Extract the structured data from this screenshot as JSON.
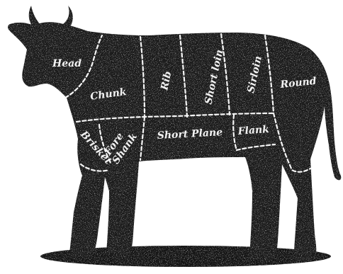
{
  "diagram": {
    "cuts": {
      "head": "Head",
      "chunk": "Chunk",
      "rib": "Rib",
      "short_loin": "Short loin",
      "sirloin": "Sirloin",
      "round": "Round",
      "brisket": "Brisket",
      "fore_shank": "Fore Shank",
      "short_plane": "Short Plane",
      "flank": "Flank"
    },
    "colors": {
      "silhouette": "#1c1c1c",
      "shadow": "#161616",
      "dashed_lines": "#f5f5f5",
      "label_text": "#f2f2f2",
      "background": "#ffffff"
    }
  }
}
